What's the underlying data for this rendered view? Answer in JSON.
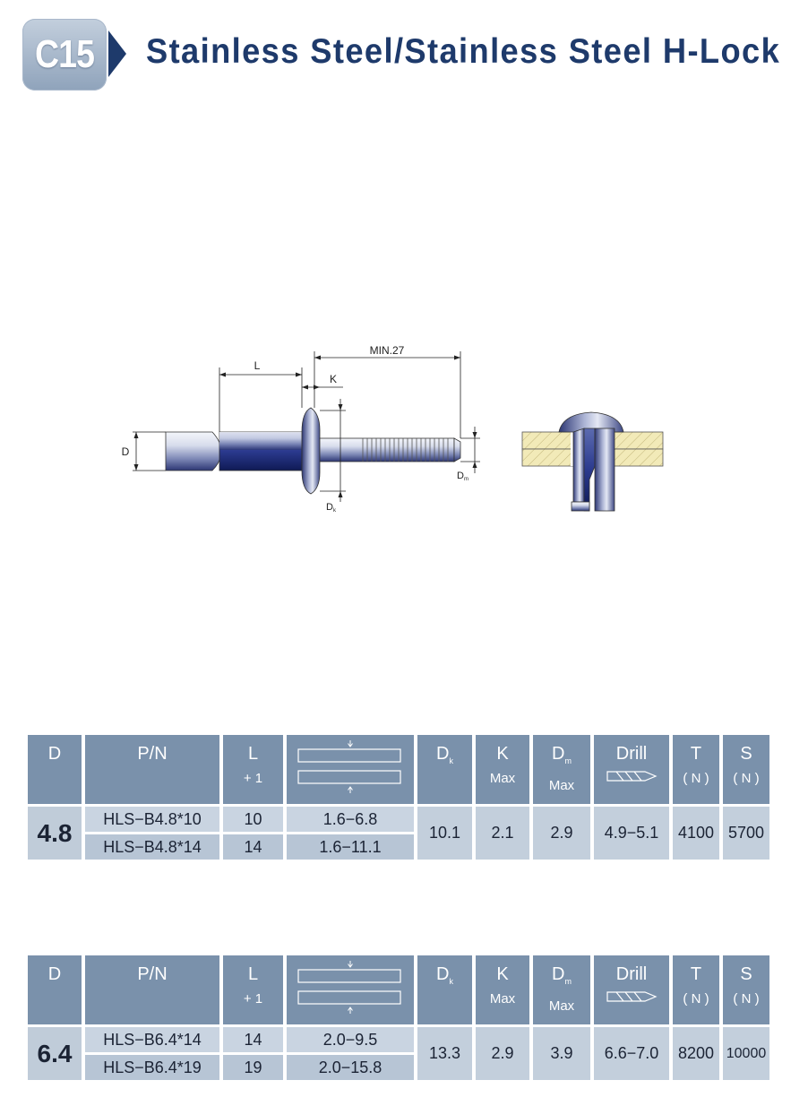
{
  "header": {
    "code": "C15",
    "title": "Stainless Steel/Stainless Steel H-Lock"
  },
  "drawing": {
    "min_label": "MIN.27",
    "L_label": "L",
    "K_label": "K",
    "D_label": "D",
    "Dk_main": "D",
    "Dk_sub": "k",
    "Dm_main": "D",
    "Dm_sub": "m"
  },
  "table_columns": {
    "d": "D",
    "pn": "P/N",
    "l": "L",
    "l_tol": "+ 1",
    "dk": "D",
    "dk_sub": "k",
    "k": "K",
    "k_sub": "Max",
    "dm": "D",
    "dm_sub": "m",
    "dm_note": "Max",
    "drill": "Drill",
    "t": "T",
    "t_unit": "( N )",
    "s": "S",
    "s_unit": "( N )"
  },
  "tables": [
    {
      "diameter": "4.8",
      "dk": "10.1",
      "k": "2.1",
      "dm": "2.9",
      "drill": "4.9−5.1",
      "t": "4100",
      "s": "5700",
      "rows": [
        {
          "pn": "HLS−B4.8*10",
          "l": "10",
          "grip": "1.6−6.8"
        },
        {
          "pn": "HLS−B4.8*14",
          "l": "14",
          "grip": "1.6−11.1"
        }
      ]
    },
    {
      "diameter": "6.4",
      "dk": "13.3",
      "k": "2.9",
      "dm": "3.9",
      "drill": "6.6−7.0",
      "t": "8200",
      "s": "10000",
      "rows": [
        {
          "pn": "HLS−B6.4*14",
          "l": "14",
          "grip": "2.0−9.5"
        },
        {
          "pn": "HLS−B6.4*19",
          "l": "19",
          "grip": "2.0−15.8"
        }
      ]
    }
  ]
}
